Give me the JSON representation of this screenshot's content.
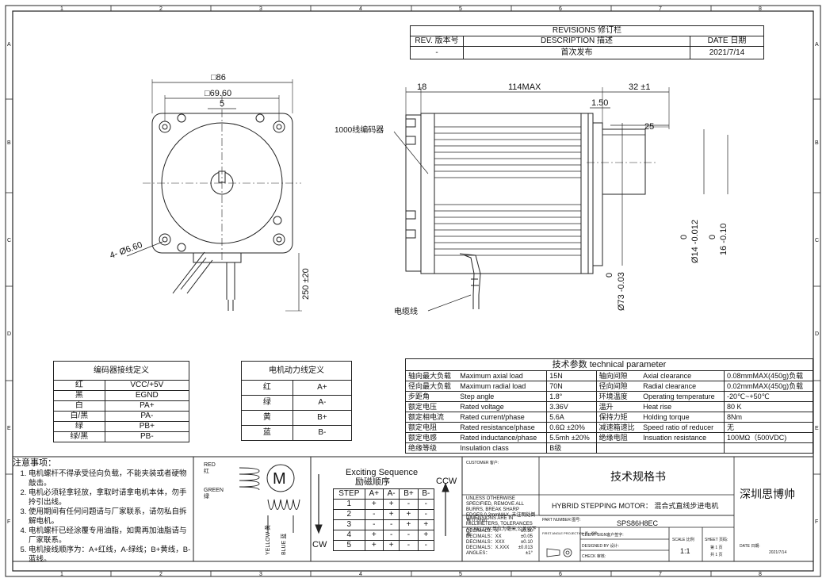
{
  "frame": {
    "cols": [
      "1",
      "2",
      "3",
      "4",
      "5",
      "6",
      "7",
      "8"
    ],
    "rows": [
      "A",
      "B",
      "C",
      "D",
      "E",
      "F"
    ]
  },
  "revisions": {
    "title": "REVISIONS 修订栏",
    "headers": [
      "REV. 版本号",
      "DESCRIPTION 描述",
      "DATE 日期"
    ],
    "row": [
      "-",
      "首次发布",
      "2021/7/14"
    ]
  },
  "front_view": {
    "dim_outer": "□86",
    "dim_pilot": "□69.60",
    "dim_key": "5",
    "dim_holes": "4- Ø6.60",
    "dim_cable": "250 ±20"
  },
  "side_view": {
    "dim_rear": "18",
    "dim_body": "114MAX",
    "dim_shaft": "32 ±1",
    "dim_flange": "1.50",
    "dim_flat": "25",
    "encoder_label": "1000线编码器",
    "cable_label": "电缆线",
    "tol_boss": [
      "0",
      "Ø73 -0.03"
    ],
    "tol_shaft": [
      "0",
      "Ø14 -0.012"
    ],
    "tol_flat": [
      "0",
      "16 -0.10"
    ]
  },
  "encoder_table": {
    "title": "编码器接线定义",
    "rows": [
      [
        "红",
        "VCC/+5V"
      ],
      [
        "黑",
        "EGND"
      ],
      [
        "白",
        "PA+"
      ],
      [
        "白/黑",
        "PA-"
      ],
      [
        "绿",
        "PB+"
      ],
      [
        "绿/黑",
        "PB-"
      ]
    ]
  },
  "power_table": {
    "title": "电机动力线定义",
    "rows": [
      [
        "红",
        "A+"
      ],
      [
        "绿",
        "A-"
      ],
      [
        "黄",
        "B+"
      ],
      [
        "蓝",
        "B-"
      ]
    ]
  },
  "tech": {
    "title": "技术参数      technical parameter",
    "rows": [
      [
        "轴向最大负载",
        "Maximum axial load",
        "15N",
        "轴向间隙",
        "Axial clearance",
        "0.08mmMAX(450g)负载"
      ],
      [
        "径向最大负载",
        "Maximum radial load",
        "70N",
        "径向间隙",
        "Radial clearance",
        "0.02mmMAX(450g)负载"
      ],
      [
        "步距角",
        "Step angle",
        "1.8°",
        "环境温度",
        "Operating temperature",
        "-20℃~+50℃"
      ],
      [
        "额定电压",
        "Rated voltage",
        "3.36V",
        "温升",
        "Heat rise",
        "80 K"
      ],
      [
        "额定相电流",
        "Rated current/phase",
        "5.6A",
        "保持力矩",
        "Holding torque",
        "8Nm"
      ],
      [
        "额定电阻",
        "Rated resistance/phase",
        "0.6Ω ±20%",
        "减速箱速比",
        "Speed ratio of reducer",
        "无"
      ],
      [
        "额定电感",
        "Rated inductance/phase",
        "5.5mh ±20%",
        "绝缘电阻",
        "Insuation resistance",
        "100MΩ（500VDC)"
      ],
      [
        "绝缘等级",
        "Insulation class",
        "B级",
        "",
        "",
        ""
      ]
    ]
  },
  "notes": {
    "title": "注意事项：",
    "items": [
      "电机螺杆不得承受径向负载，不能夹装或者硬物敲击。",
      "电机必须轻拿轻放，拿取时请拿电机本体，勿手拎引出线。",
      "使用期间有任何问题请与厂家联系，请勿私自拆解电机。",
      "电机螺杆已经涂覆专用油脂，如需再加油脂请与厂家联系。",
      "电机接线顺序为：A+红线，A-绿线；B+黄线，B-蓝线。"
    ]
  },
  "schematic": {
    "red": "RED",
    "red_cn": "红",
    "green": "GREEN",
    "green_cn": "绿",
    "motor": "M",
    "yellow": "YELLOW 黄",
    "blue": "BLUE 蓝"
  },
  "sequence": {
    "title": "Exciting Sequence",
    "title_cn": "励磁顺序",
    "ccw": "CCW",
    "cw": "CW",
    "headers": [
      "STEP",
      "A+",
      "A-",
      "B+",
      "B-"
    ],
    "rows": [
      [
        "1",
        "+",
        "+",
        "-",
        "-"
      ],
      [
        "2",
        "-",
        "+",
        "+",
        "-"
      ],
      [
        "3",
        "-",
        "-",
        "+",
        "+"
      ],
      [
        "4",
        "+",
        "-",
        "-",
        "+"
      ],
      [
        "5",
        "+",
        "+",
        "-",
        "-"
      ]
    ]
  },
  "title_block": {
    "customer": "CUSTOMER 客户:",
    "spec_title": "技术规格书",
    "product": "HYBRID STEPPING MOTOR：  混合式直线步进电机",
    "part_label": "PART NUMBER 图号:",
    "part_number": "SPS86H8EC",
    "company": "深圳思博帅",
    "tol_note": "UNLESS OTHERWISE SPECIFIED, REMOVE ALL BURRS, BREAK SHARP EDGES 0.2mmMAX. 未注明处倒角 0.2mm",
    "dim_note": "DIMENSIONS ARE IN MILLIMETERS, TOLERANCES AS BELOW 单位为毫米,公差如下表",
    "tolerances": [
      [
        "DECIMALS：X",
        "±0.30"
      ],
      [
        "DECIMALS：XX",
        "±0.05"
      ],
      [
        "DECIMALS：XXX",
        "±0.10"
      ],
      [
        "DECIMALS：X.XXX",
        "±0.013"
      ],
      [
        "ANGLES：",
        "±1°"
      ]
    ],
    "first_angle": "FIRST ANGLE PROJECTION 第一视角",
    "client_sign": "CLIENT SIGN客户签字:",
    "designed": "DESIGNED BY  设计:",
    "check": "CHECK        审核:",
    "scale_label": "SCALE 比例",
    "scale": "1:1",
    "sheet_label": "SHEET 页码:",
    "sheet1": "第 1 页",
    "sheet2": "共 1 页",
    "date_label": "DATE 日期:",
    "date": "2021/7/14"
  }
}
